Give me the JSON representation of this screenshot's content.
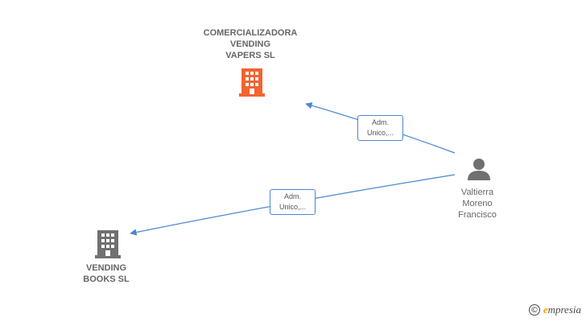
{
  "colors": {
    "edge": "#4a86d6",
    "company_primary": "#f26430",
    "company_secondary": "#707070",
    "person": "#707070",
    "text": "#666666"
  },
  "nodes": {
    "vapers": {
      "label": "COMERCIALIZADORA\nVENDING\nVAPERS  SL",
      "icon": "building-icon"
    },
    "books": {
      "label": "VENDING\nBOOKS SL",
      "icon": "building-icon"
    },
    "person": {
      "label": "Valtierra\nMoreno\nFrancisco",
      "icon": "person-icon"
    }
  },
  "edges": [
    {
      "from": "person",
      "to": "vapers",
      "label": "Adm.\nUnico,..."
    },
    {
      "from": "person",
      "to": "books",
      "label": "Adm.\nUnico,..."
    }
  ],
  "brand": {
    "copyright": "©",
    "name_initial": "e",
    "name_rest": "mpresia"
  }
}
